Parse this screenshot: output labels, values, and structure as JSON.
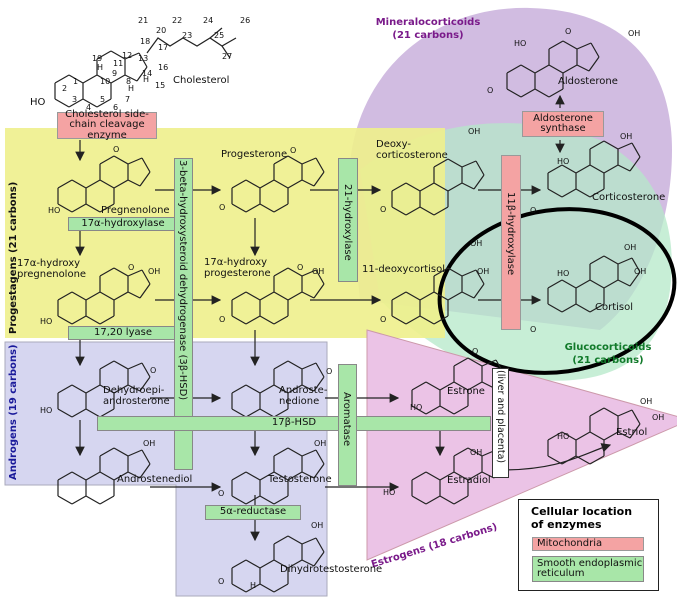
{
  "cholesterol": {
    "name": "Cholesterol",
    "carbon_numbers": [
      "1",
      "2",
      "3",
      "4",
      "5",
      "6",
      "7",
      "8",
      "9",
      "10",
      "11",
      "12",
      "13",
      "14",
      "15",
      "16",
      "17",
      "18",
      "19",
      "20",
      "21",
      "22",
      "23",
      "24",
      "25",
      "26",
      "27"
    ],
    "ho": "HO",
    "h_labels": [
      "H",
      "H",
      "H"
    ]
  },
  "groups": {
    "progestagens": "Progestagens (21 carbons)",
    "androgens": "Androgens (19 carbons)",
    "estrogens": "Estrogens (18 carbons)",
    "mineralocorticoids_line1": "Mineralocorticoids",
    "mineralocorticoids_line2": "(21 carbons)",
    "glucocorticoids_line1": "Glucocorticoids",
    "glucocorticoids_line2": "(21 carbons)"
  },
  "compounds": {
    "pregnenolone": "Pregnenolone",
    "progesterone": "Progesterone",
    "deoxycorticosterone_line1": "Deoxy-",
    "deoxycorticosterone_line2": "corticosterone",
    "corticosterone": "Corticosterone",
    "aldosterone": "Aldosterone",
    "hydroxypregnenolone_line1": "17α-hydroxy",
    "hydroxypregnenolone_line2": "pregnenolone",
    "hydroxyprogesterone_line1": "17α-hydroxy",
    "hydroxyprogesterone_line2": "progesterone",
    "deoxycortisol": "11-deoxycortisol",
    "cortisol": "Cortisol",
    "dhea_line1": "Dehydroepi-",
    "dhea_line2": "androsterone",
    "androstenedione_line1": "Androste-",
    "androstenedione_line2": "nedione",
    "estrone": "Estrone",
    "androstenediol": "Androstenediol",
    "testosterone": "Testosterone",
    "estradiol": "Estradiol",
    "estriol": "Estriol",
    "dht": "Dihydrotestosterone"
  },
  "enzymes": {
    "side_chain": "Cholesterol side-chain cleavage enzyme",
    "aldosterone_synthase": "Aldosterone synthase",
    "hydroxylase17": "17α-hydroxylase",
    "lyase": "17,20 lyase",
    "hsd3b": "3-beta-hydroxysteroid dehydrogenase (3β-HSD)",
    "hydroxylase21": "21-hydroxylase",
    "hydroxylase11b": "11β-hydroxylase",
    "hsd17b": "17β-HSD",
    "aromatase": "Aromatase",
    "reductase": "5α-reductase",
    "liver_placenta": "(liver and placenta)"
  },
  "atoms": {
    "oh": "OH",
    "o": "O",
    "ho": "HO",
    "h": "H"
  },
  "legend": {
    "title_line1": "Cellular location",
    "title_line2": "of enzymes",
    "mitochondria": "Mitochondria",
    "ser_line1": "Smooth endoplasmic",
    "ser_line2": "reticulum"
  },
  "colors": {
    "progestagens_bg": "#eef08c",
    "androgens_bg": "#d6d6f0",
    "estrogens_bg": "#ebc3e6",
    "mineralocorticoids_bg": "#c9b0dc",
    "glucocorticoids_bg": "#b4e8c8",
    "mitochondria": "#f4a3a3",
    "smooth_er": "#a8e6a8",
    "group_text_purple": "#7a1a8a",
    "group_text_green": "#117a2a",
    "group_text_blue": "#1a1a9a"
  }
}
